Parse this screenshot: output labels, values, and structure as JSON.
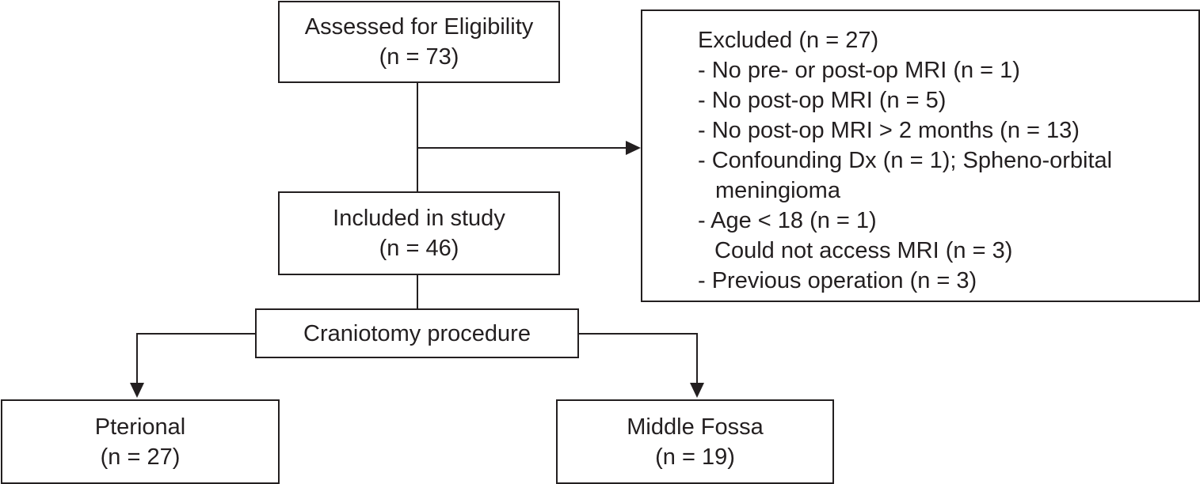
{
  "flowchart": {
    "assessed": {
      "label": "Assessed for Eligibility",
      "count": "(n = 73)"
    },
    "excluded": {
      "title": "Excluded (n = 27)",
      "reasons": [
        "- No pre- or post-op MRI (n = 1)",
        "- No post-op MRI (n = 5)",
        "- No post-op MRI > 2 months (n = 13)",
        "- Confounding Dx (n = 1); Spheno-orbital",
        "meningioma",
        "- Age < 18 (n = 1)",
        "Could not access MRI (n = 3)",
        "- Previous operation (n = 3)"
      ]
    },
    "included": {
      "label": "Included in study",
      "count": "(n = 46)"
    },
    "procedure": {
      "label": "Craniotomy procedure"
    },
    "pterional": {
      "label": "Pterional",
      "count": "(n = 27)"
    },
    "middle_fossa": {
      "label": "Middle Fossa",
      "count": "(n = 19)"
    }
  },
  "colors": {
    "ink": "#231f20",
    "background": "#ffffff"
  }
}
